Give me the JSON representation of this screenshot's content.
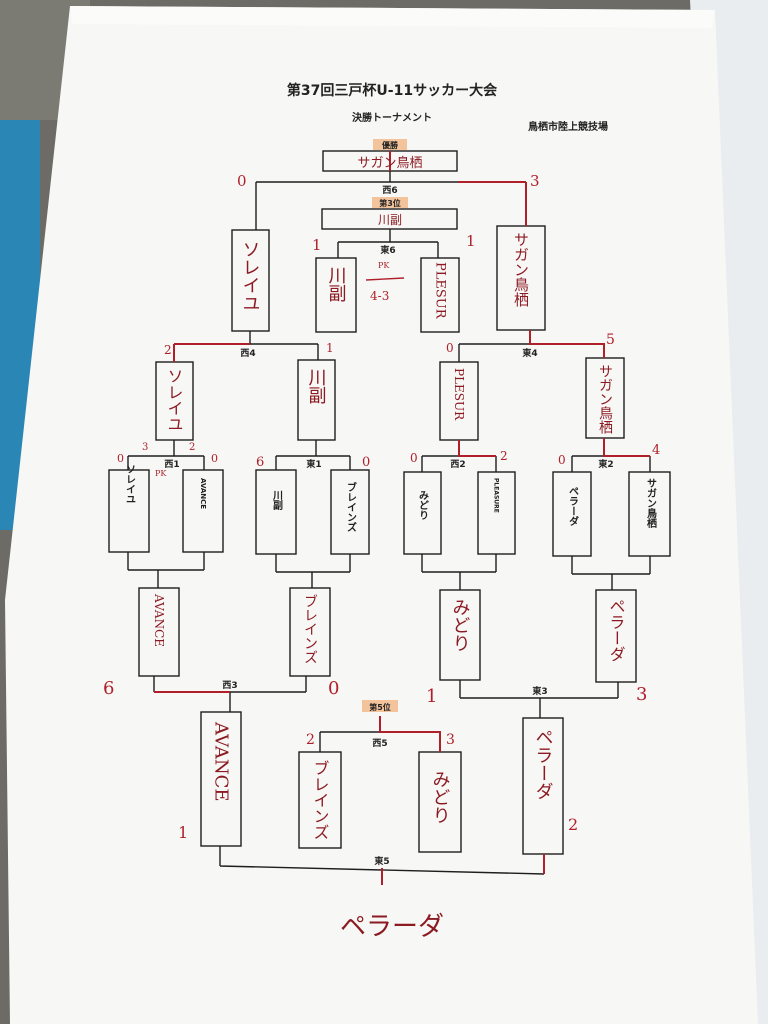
{
  "header": {
    "title": "第37回三戸杯U-11サッカー大会",
    "subtitle": "決勝トーナメント",
    "venue": "鳥栖市陸上競技場"
  },
  "labels": {
    "final": "優勝",
    "third": "第3位",
    "fifth": "第5位"
  },
  "matches": {
    "nishi1": "西1",
    "higashi1": "東1",
    "nishi2": "西2",
    "higashi2": "東2",
    "nishi3": "西3",
    "higashi3": "東3",
    "nishi4": "西4",
    "higashi4": "東4",
    "nishi5": "西5",
    "higashi5": "東5",
    "nishi6": "西6",
    "higashi6": "東6"
  },
  "printed_teams": {
    "t1": "ソレイユ",
    "t2": "AVANCE",
    "t3": "川副",
    "t4": "ブレインズ",
    "t5": "みどり",
    "t6": "PLEASURE",
    "t7": "ペラーダ",
    "t8": "サガン鳥栖"
  },
  "handwritten": {
    "winner": "サガン鳥栖",
    "third_box": "川副",
    "final_left": "ソレイユ",
    "final_right": "サガン鳥栖",
    "third_left": "川副",
    "third_right": "PLESUR",
    "qf_a": "ソレイユ",
    "qf_b": "川副",
    "qf_c": "PLESUR",
    "qf_d": "サガン鳥栖",
    "lb_a": "AVANCE",
    "lb_b": "ブレインズ",
    "lb_c": "みどり",
    "lb_d": "ペラーダ",
    "p5_a": "AVANCE",
    "p5_b": "ブレインズ",
    "p5_c": "みどり",
    "p5_d": "ペラーダ",
    "fifth_winner": "ペラーダ",
    "pk_note": "PK",
    "pk_score": "4-3",
    "pk_note2": "PK"
  },
  "scores": {
    "final_l": "0",
    "final_r": "3",
    "third_l": "1",
    "third_r": "1",
    "w4_l": "2",
    "w4_r": "1",
    "e4_l": "0",
    "e4_r": "5",
    "w1_l": "0",
    "w1_r": "0",
    "w1_pk_l": "3",
    "w1_pk_r": "2",
    "e1_l": "6",
    "e1_r": "0",
    "w2_l": "0",
    "w2_r": "2",
    "e2_l": "0",
    "e2_r": "4",
    "w3_l": "6",
    "w3_r": "0",
    "e3_l": "1",
    "e3_r": "3",
    "w5_l": "2",
    "w5_r": "3",
    "e5_l": "1",
    "e5_r": "2"
  },
  "colors": {
    "ink": "#b0202a",
    "print": "#222222",
    "orange": "#e07a2a",
    "paper": "#f7f7f5"
  }
}
